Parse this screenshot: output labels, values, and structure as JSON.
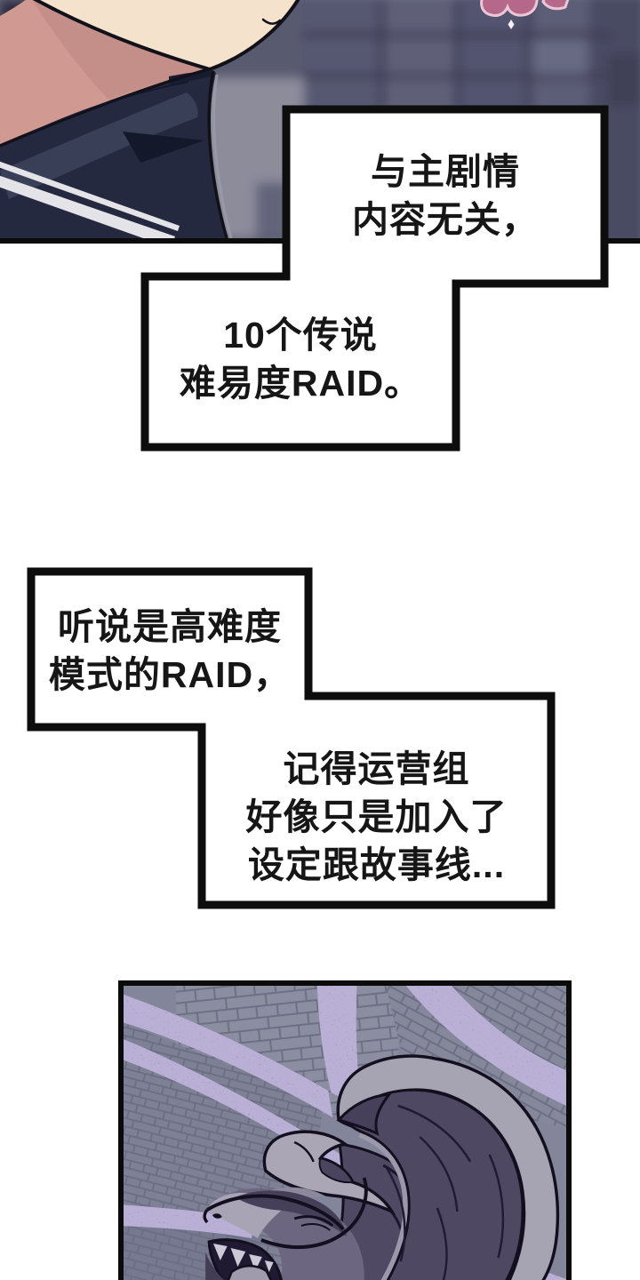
{
  "page_type": "webtoon-comic-page",
  "bubbles": [
    {
      "id": "caption-1",
      "lines": [
        "与主剧情",
        "内容无关，"
      ]
    },
    {
      "id": "caption-2",
      "lines": [
        "10个传说",
        "难易度RAID。"
      ]
    },
    {
      "id": "caption-3",
      "lines": [
        "听说是高难度",
        "模式的RAID，"
      ]
    },
    {
      "id": "caption-4",
      "lines": [
        "记得运营组",
        "好像只是加入了",
        "设定跟故事线..."
      ]
    }
  ],
  "palette": {
    "page_bg": "#ffffff",
    "caption_fill": "#ffffff",
    "caption_outline": "#0d0d0d",
    "panel_border": "#0b0b0b",
    "text_color": "#161616",
    "stone_wall": "#585a70",
    "stone_light": "#8d8d9c",
    "jacket_navy": "#252940",
    "jacket_fold": "#3d415b",
    "stripe_white": "#e3e3e8",
    "skin_jaw": "#f4e2cc",
    "skin_neck": "#d09a92",
    "pink_blob": "#b5688a",
    "pink_blob_outline": "#ecc6d6",
    "dungeon_brick": "#83859a",
    "dungeon_mortar": "#6b6d83",
    "arch_band": "#4b4566",
    "statue_dark": "#4e4862",
    "statue_mid": "#6d6680",
    "statue_light": "#a8a4b5",
    "statue_maw": "#1f1931",
    "outline_ink": "#130f1e"
  }
}
